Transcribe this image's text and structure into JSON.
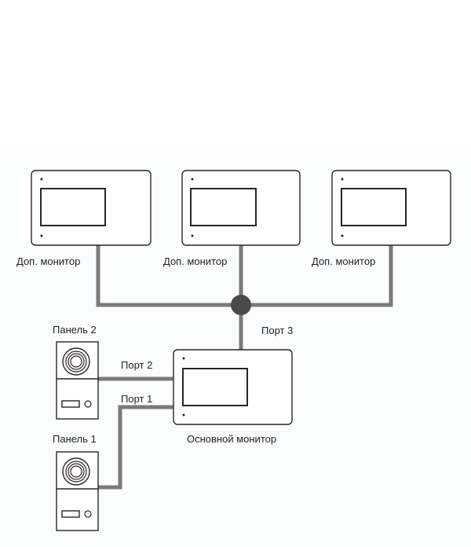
{
  "diagram": {
    "colors": {
      "cable": "#7a7a7a",
      "junction": "#4a4a4a",
      "outline": "#2b2523",
      "text": "#222222"
    },
    "monitors": [
      {
        "id": "extra-monitor-1",
        "label": "Доп. монитор"
      },
      {
        "id": "extra-monitor-2",
        "label": "Доп. монитор"
      },
      {
        "id": "extra-monitor-3",
        "label": "Доп. монитор"
      },
      {
        "id": "main-monitor",
        "label": "Основной монитор"
      }
    ],
    "panels": [
      {
        "id": "panel-2",
        "label": "Панель 2"
      },
      {
        "id": "panel-1",
        "label": "Панель 1"
      }
    ],
    "ports": {
      "port1": "Порт 1",
      "port2": "Порт 2",
      "port3": "Порт 3"
    }
  }
}
